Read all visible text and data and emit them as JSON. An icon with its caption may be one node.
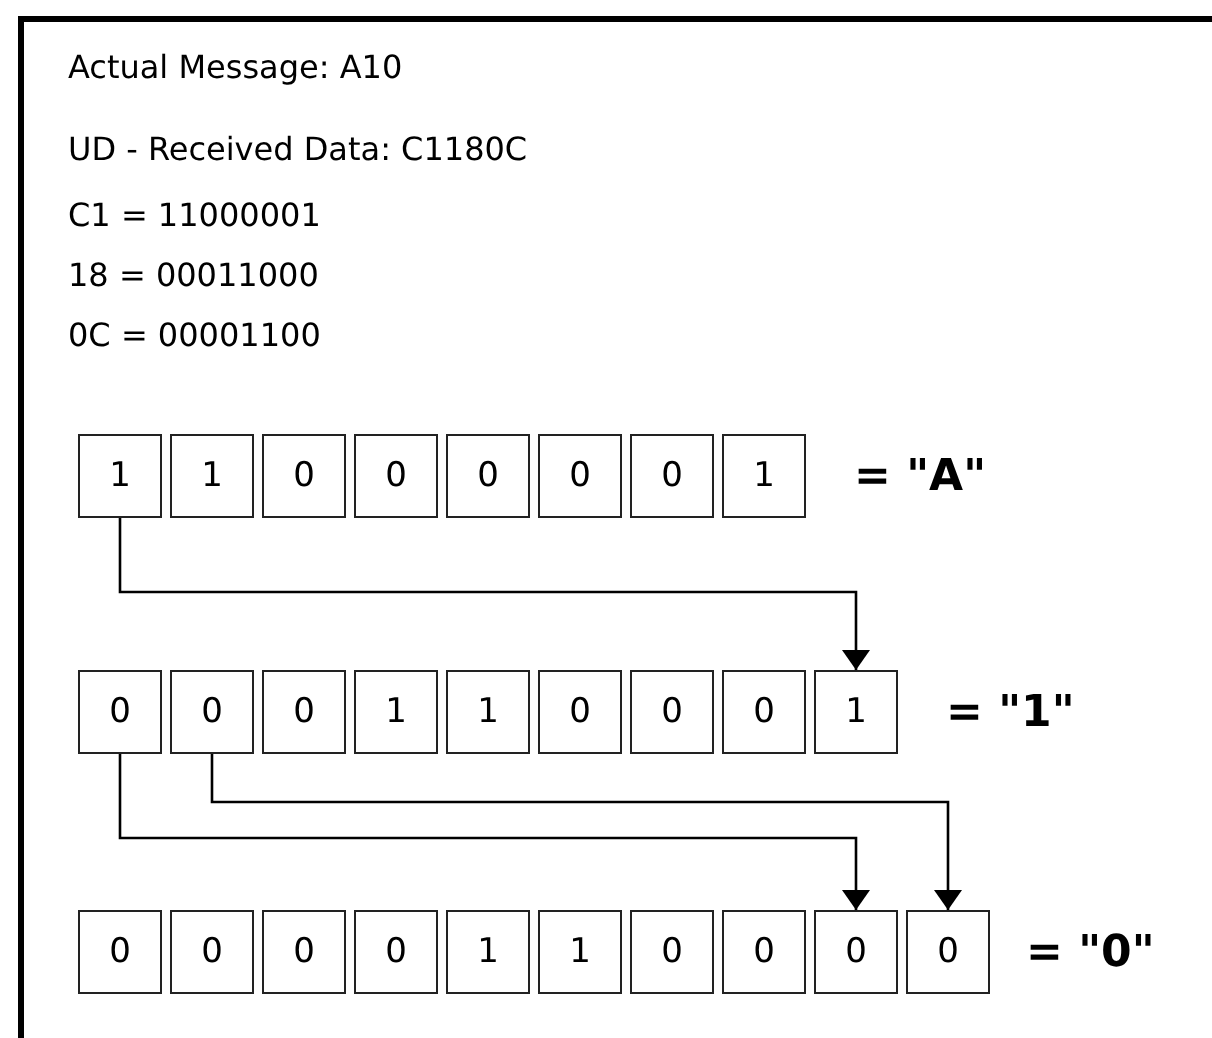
{
  "diagram": {
    "nodes": [
      {
        "text": [
          "1"
        ]
      },
      {
        "text": [
          "1"
        ]
      },
      {
        "text": [
          "0"
        ]
      },
      {
        "text": [
          "0"
        ]
      },
      {
        "text": [
          "0"
        ]
      },
      {
        "text": [
          "0"
        ]
      },
      {
        "text": [
          "0"
        ]
      },
      {
        "text": [
          "1"
        ]
      },
      {
        "text": [
          "0"
        ]
      },
      {
        "text": [
          "0"
        ]
      },
      {
        "text": [
          "0"
        ]
      },
      {
        "text": [
          "1"
        ]
      },
      {
        "text": [
          "1"
        ]
      },
      {
        "text": [
          "0"
        ]
      },
      {
        "text": [
          "0"
        ]
      },
      {
        "text": [
          "0"
        ]
      },
      {
        "text": [
          "1"
        ]
      },
      {
        "text": [
          "0"
        ]
      },
      {
        "text": [
          "0"
        ]
      },
      {
        "text": [
          "0"
        ]
      },
      {
        "text": [
          "0"
        ]
      },
      {
        "text": [
          "1"
        ]
      },
      {
        "text": [
          "1"
        ]
      },
      {
        "text": [
          "0"
        ]
      },
      {
        "text": [
          "0"
        ]
      },
      {
        "text": [
          "0"
        ]
      },
      {
        "text": [
          "0"
        ]
      }
    ],
    "edges": [
      {
        "from": 0,
        "to": 16,
        "arrow": "to"
      },
      {
        "from": 8,
        "to": 25,
        "arrow": "to"
      },
      {
        "from": 9,
        "to": 26,
        "arrow": "to"
      }
    ],
    "labels": [
      "Actual Message: A10",
      "UD - Received Data: C1180C",
      "C1 = 11000001",
      "18 = 00011000",
      "0C = 00001100",
      "= \"A\"",
      "= \"1\"",
      "= \"0\""
    ]
  }
}
